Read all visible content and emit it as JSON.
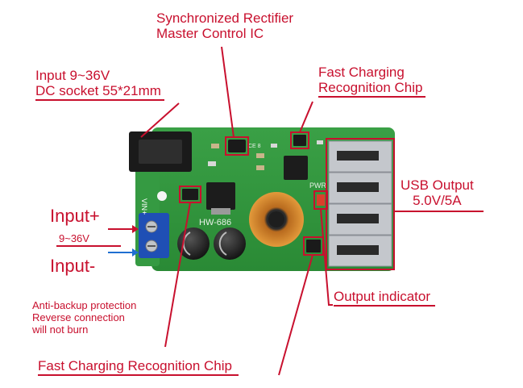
{
  "labels": {
    "sync_rectifier": [
      "Synchronized Rectifier",
      "Master Control IC"
    ],
    "input_spec": [
      "Input 9~36V",
      "DC socket 55*21mm"
    ],
    "fast_charging_top": [
      "Fast Charging",
      "Recognition Chip"
    ],
    "usb_output": [
      "USB Output",
      "5.0V/5A"
    ],
    "input_plus": "Input+",
    "input_voltage": "9~36V",
    "input_minus": "Input-",
    "output_indicator": "Output indicator",
    "anti_backup": [
      "Anti-backup protection",
      "Reverse connection",
      "will not burn"
    ],
    "fast_charging_bottom": "Fast Charging Recognition Chip"
  },
  "board": {
    "vin_silk": "VIN+",
    "model_silk": "HW-686",
    "pwr_silk": "PWR",
    "chip_silk": "CE 8"
  },
  "colors": {
    "label_red": "#c8102e",
    "pcb_green": "#2f8f3a",
    "terminal_blue": "#1f4fb5"
  }
}
